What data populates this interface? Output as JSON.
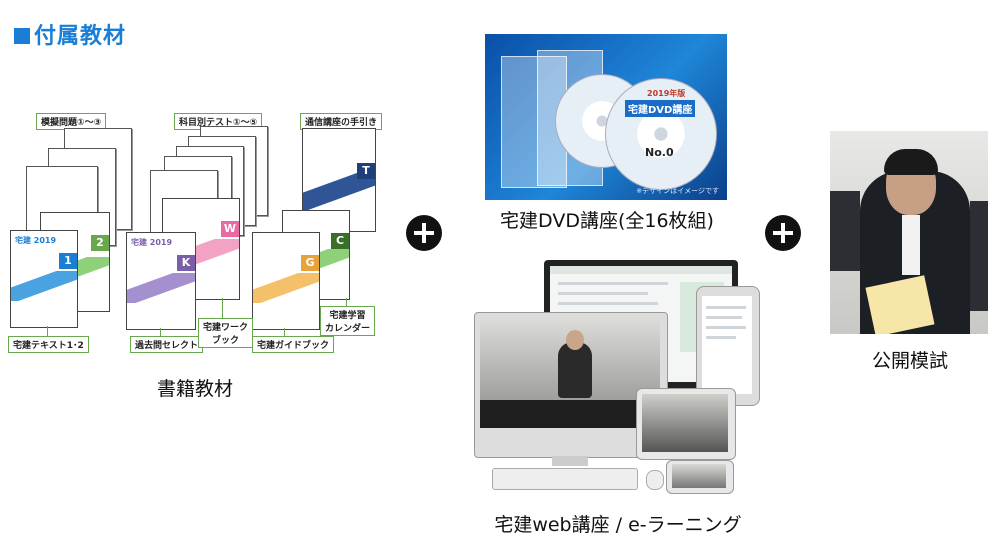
{
  "heading": "付属教材",
  "books": {
    "caption": "書籍教材",
    "labels": {
      "mock_exam": "模擬問題①～③",
      "subject_test": "科目別テスト①～⑤",
      "correspondence_guide": "通信講座の手引き",
      "textbook": "宅建テキスト1･2",
      "past_exam": "過去問セレクト",
      "workbook": "宅建ワーク\nブック",
      "study_calendar": "宅建学習\nカレンダー",
      "guidebook": "宅建ガイドブック"
    },
    "tabs": [
      "1",
      "2",
      "K",
      "W",
      "G",
      "C",
      "T"
    ],
    "cover_brand": "宅建",
    "cover_year": "2019"
  },
  "dvd": {
    "caption": "宅建DVD講座(全16枚組)",
    "disc_year": "2019年版",
    "disc_title": "宅建DVD講座",
    "disc_number": "No.0",
    "note": "※デザインはイメージです"
  },
  "web": {
    "caption": "宅建web講座 / e-ラーニング"
  },
  "mock": {
    "caption": "公開模試"
  },
  "colors": {
    "heading_blue": "#1a7fd4",
    "label_green": "#6aa84f",
    "tab_green": "#6aa84f",
    "tab_blue": "#1a7fd4",
    "tab_purple": "#7b5ea8",
    "tab_pink": "#e86aa0",
    "tab_orange": "#e8a23a"
  },
  "icons": [
    "plus-circle-icon"
  ]
}
